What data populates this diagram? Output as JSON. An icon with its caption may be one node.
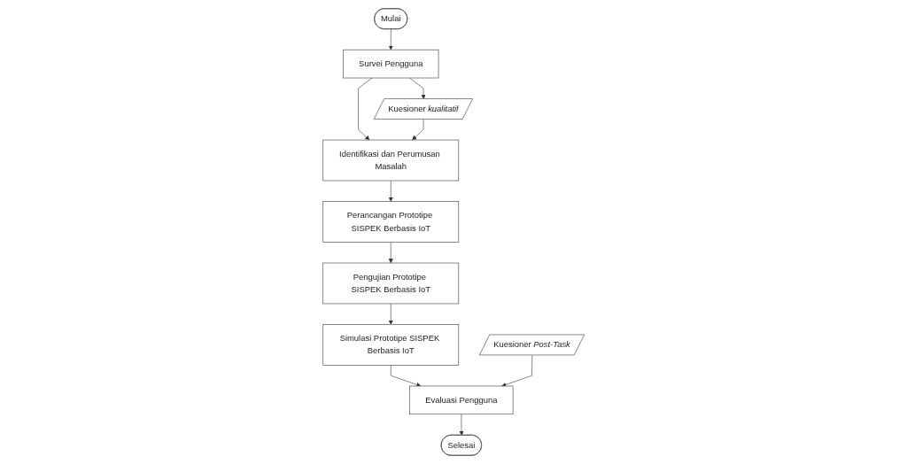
{
  "diagram": {
    "nodes": [
      {
        "text": [
          "Mulai"
        ]
      },
      {
        "text": [
          "Survei Pengguna"
        ]
      },
      {
        "text": [
          "Kuesioner *kualitatif*"
        ]
      },
      {
        "text": [
          "Identifikasi dan Perumusan Masalah"
        ]
      },
      {
        "text": [
          "Perancangan Prototipe SISPEK Berbasis IoT"
        ]
      },
      {
        "text": [
          "Pengujian Prototipe SISPEK Berbasis IoT"
        ]
      },
      {
        "text": [
          "Simulasi Prototipe SISPEK Berbasis IoT"
        ]
      },
      {
        "text": [
          "Evaluasi Pengguna"
        ]
      },
      {
        "text": [
          "Kuesioner *Post-Task*"
        ]
      },
      {
        "text": [
          "Selesai"
        ]
      }
    ],
    "edges": [
      {
        "from": 0,
        "to": 1,
        "arrow": "to"
      },
      {
        "from": 1,
        "to": 2,
        "arrow": "to"
      },
      {
        "from": 1,
        "to": 3,
        "arrow": "to"
      },
      {
        "from": 2,
        "to": 3,
        "arrow": "to"
      },
      {
        "from": 3,
        "to": 4,
        "arrow": "to"
      },
      {
        "from": 4,
        "to": 5,
        "arrow": "to"
      },
      {
        "from": 5,
        "to": 6,
        "arrow": "to"
      },
      {
        "from": 6,
        "to": 7,
        "arrow": "to"
      },
      {
        "from": 8,
        "to": 7,
        "arrow": "to"
      },
      {
        "from": 7,
        "to": 9,
        "arrow": "to"
      }
    ]
  }
}
